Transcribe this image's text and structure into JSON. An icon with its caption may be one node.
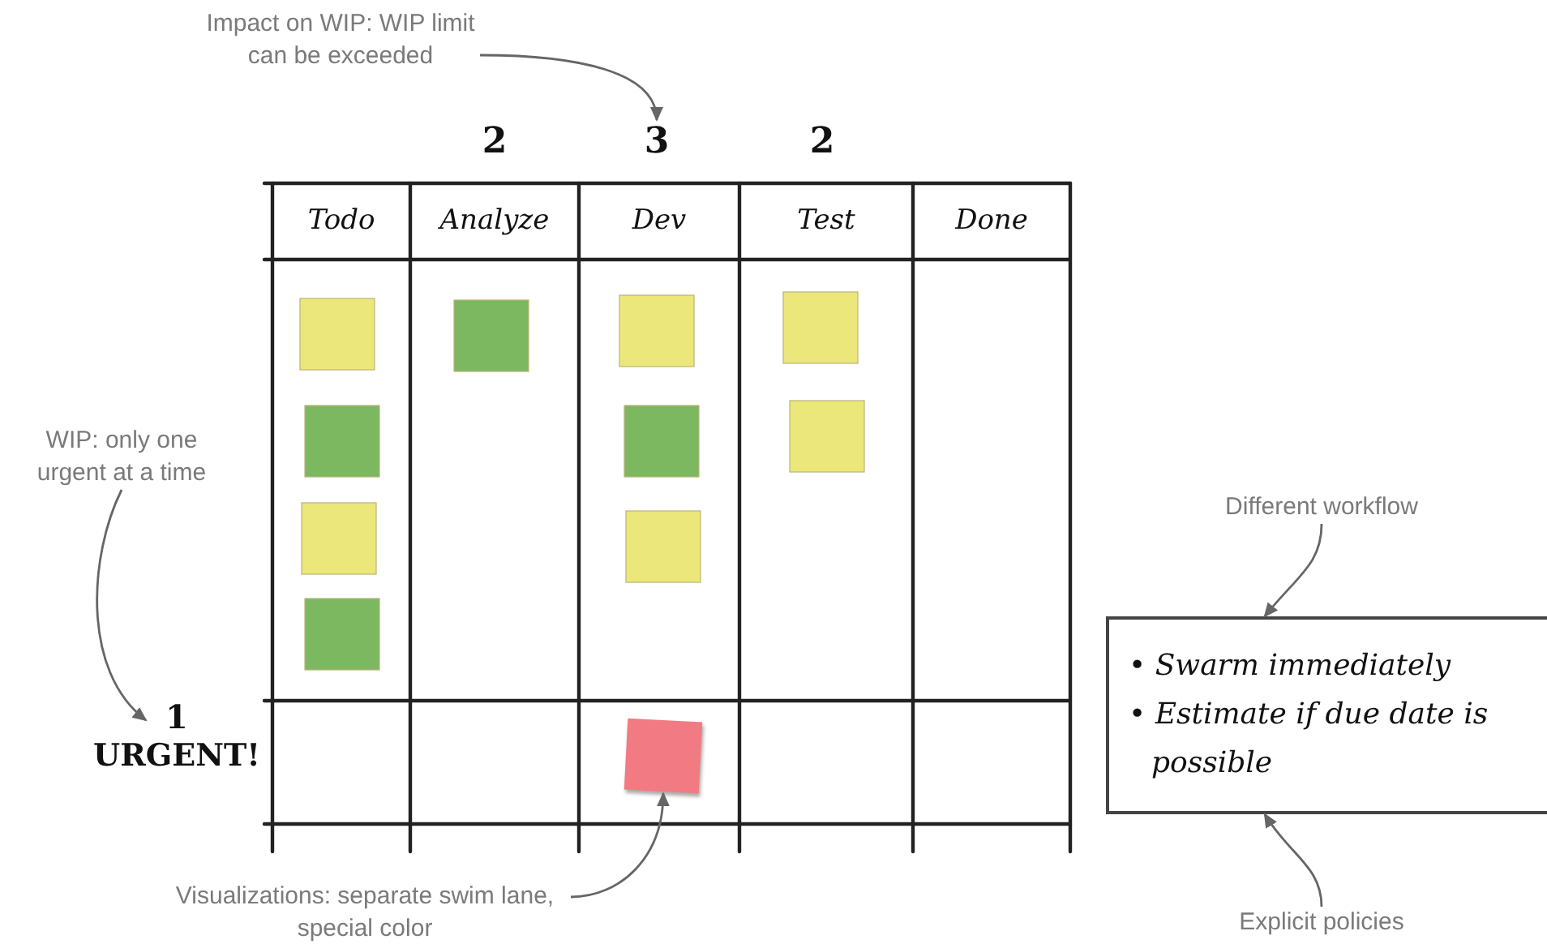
{
  "diagram": {
    "nodes": [
      {
        "text": [
          "Impact on WIP: WIP limit can be exceeded"
        ]
      },
      {
        "text": [
          "3"
        ]
      },
      {
        "text": [
          "WIP: only one urgent at a time"
        ]
      },
      {
        "text": [
          "1",
          "URGENT!"
        ]
      },
      {
        "text": [
          "Visualizations: separate swim lane, special color"
        ]
      },
      {
        "text": [],
        "shape": "box"
      },
      {
        "text": [
          "Different workflow"
        ]
      },
      {
        "text": [
          "• Swarm immediately",
          "• Estimate if due date is possible"
        ]
      },
      {
        "text": [
          "Explicit policies"
        ]
      }
    ],
    "edges": [
      {
        "from": 0,
        "to": 1,
        "arrow": "to"
      },
      {
        "from": 2,
        "to": 3,
        "arrow": "to"
      },
      {
        "from": 4,
        "to": 5,
        "arrow": "to"
      },
      {
        "from": 6,
        "to": 7,
        "arrow": "to"
      },
      {
        "from": 8,
        "to": 7,
        "arrow": "to"
      }
    ],
    "labels": [
      "2",
      "2",
      "Todo",
      "Analyze",
      "Dev",
      "Test",
      "Done"
    ]
  }
}
